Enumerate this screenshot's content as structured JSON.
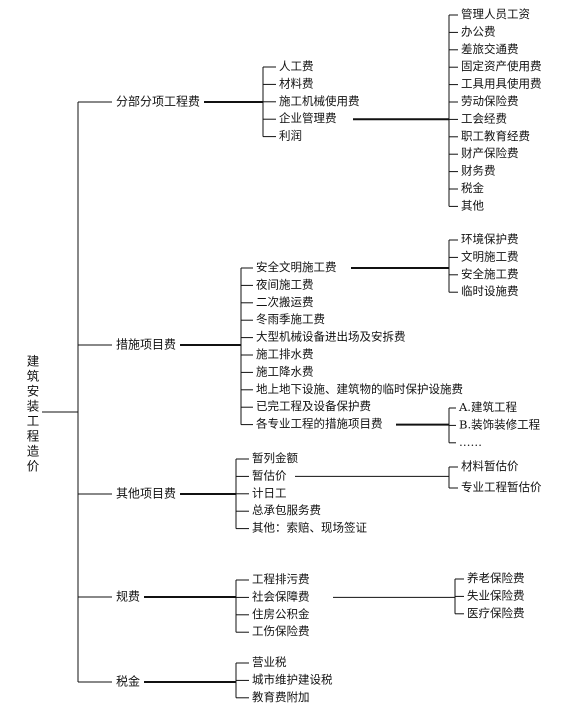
{
  "root": {
    "label": "建筑安装工程造价"
  },
  "categories": [
    {
      "label": "分部分项工程费",
      "items": [
        {
          "label": "人工费"
        },
        {
          "label": "材料费"
        },
        {
          "label": "施工机械使用费"
        },
        {
          "label": "企业管理费",
          "sub": [
            "管理人员工资",
            "办公费",
            "差旅交通费",
            "固定资产使用费",
            "工具用具使用费",
            "劳动保险费",
            "工会经费",
            "职工教育经费",
            "财产保险费",
            "财务费",
            "税金",
            "其他"
          ]
        },
        {
          "label": "利润"
        }
      ]
    },
    {
      "label": "措施项目费",
      "items": [
        {
          "label": "安全文明施工费",
          "sub": [
            "环境保护费",
            "文明施工费",
            "安全施工费",
            "临时设施费"
          ]
        },
        {
          "label": "夜间施工费"
        },
        {
          "label": "二次搬运费"
        },
        {
          "label": "冬雨季施工费"
        },
        {
          "label": "大型机械设备进出场及安拆费"
        },
        {
          "label": "施工排水费"
        },
        {
          "label": "施工降水费"
        },
        {
          "label": "地上地下设施、建筑物的临时保护设施费"
        },
        {
          "label": "已完工程及设备保护费"
        },
        {
          "label": "各专业工程的措施项目费",
          "sub": [
            "A.建筑工程",
            "B.装饰装修工程",
            "……"
          ]
        }
      ]
    },
    {
      "label": "其他项目费",
      "items": [
        {
          "label": "暂列金额"
        },
        {
          "label": "暂估价",
          "sub": [
            "材料暂估价",
            "专业工程暂估价"
          ]
        },
        {
          "label": "计日工"
        },
        {
          "label": "总承包服务费"
        },
        {
          "label": "其他：索赔、现场签证"
        }
      ]
    },
    {
      "label": "规费",
      "items": [
        {
          "label": "工程排污费"
        },
        {
          "label": "社会保障费",
          "sub": [
            "养老保险费",
            "失业保险费",
            "医疗保险费"
          ]
        },
        {
          "label": "住房公积金"
        },
        {
          "label": "工伤保险费"
        }
      ]
    },
    {
      "label": "税金",
      "items": [
        {
          "label": "营业税"
        },
        {
          "label": "城市维护建设税"
        },
        {
          "label": "教育费附加"
        }
      ]
    }
  ]
}
